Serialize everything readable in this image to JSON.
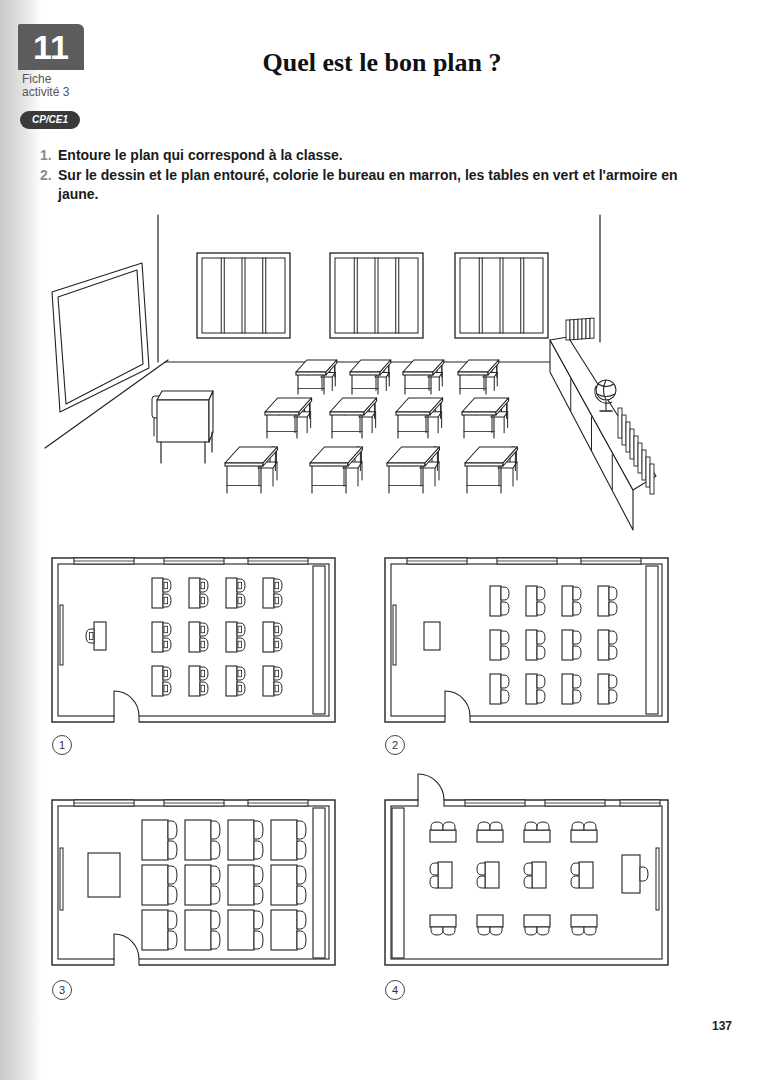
{
  "diagram": {
    "title": "Quel est le bon plan ?",
    "nodes": [
      {
        "text": [
          "11",
          "Fiche activité 3"
        ]
      },
      {
        "text": [
          "CP/CE1"
        ]
      },
      {
        "text": [
          "1"
        ]
      },
      {
        "text": [
          "2"
        ]
      },
      {
        "text": [
          "3"
        ]
      },
      {
        "text": [
          "4"
        ]
      }
    ],
    "labels": [
      "1.",
      "Entoure le plan qui correspond à la classe.",
      "2.",
      "Sur le dessin et le plan entouré, colorie le bureau en marron, les tables en vert et l'armoire en jaune.",
      "137"
    ]
  }
}
